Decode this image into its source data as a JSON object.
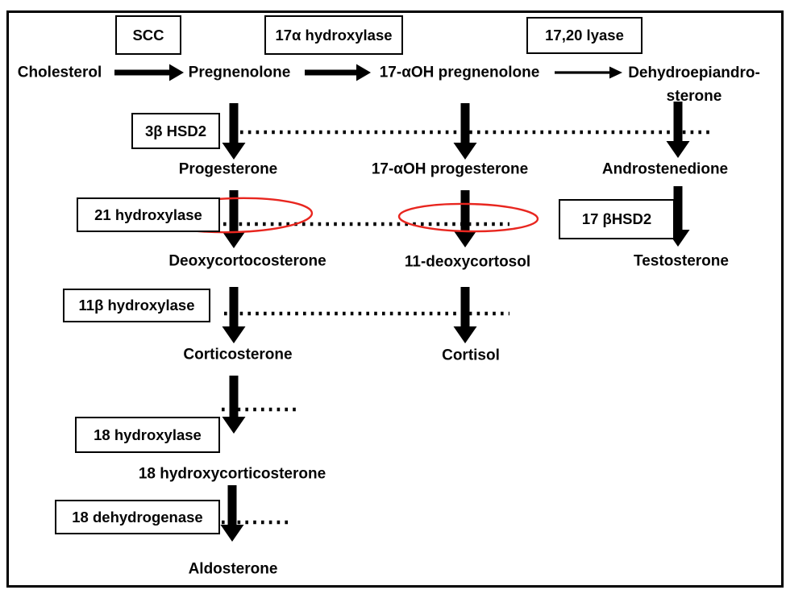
{
  "colors": {
    "highlight": "#e8261f",
    "ink": "#000000"
  },
  "nodes": {
    "cholesterol": "Cholesterol",
    "pregnenolone": "Pregnenolone",
    "oh_pregnenolone": "17-αOH pregnenolone",
    "dehydroepiandrosterone": "Dehydroepiandro- sterone",
    "dhea_line1": "Dehydroepiandro-",
    "dhea_line2": "sterone",
    "progesterone": "Progesterone",
    "oh_progesterone": "17-αOH progesterone",
    "androstenedione": "Androstenedione",
    "deoxycortocosterone": "Deoxycortocosterone",
    "deoxycortosol": "11-deoxycortosol",
    "testosterone": "Testosterone",
    "corticosterone": "Corticosterone",
    "cortisol": "Cortisol",
    "hydroxycorticosterone18": "18 hydroxycorticosterone",
    "aldosterone": "Aldosterone"
  },
  "enzymes": {
    "scc": "SCC",
    "hydroxylase_17a": "17α hydroxylase",
    "lyase_1720": "17,20 lyase",
    "hsd2_3b": "3β HSD2",
    "hydroxylase_21": "21 hydroxylase",
    "hsd2_17b": "17 βHSD2",
    "hydroxylase_11b": "11β hydroxylase",
    "hydroxylase_18": "18 hydroxylase",
    "dehydrogenase_18": "18 dehydrogenase"
  }
}
